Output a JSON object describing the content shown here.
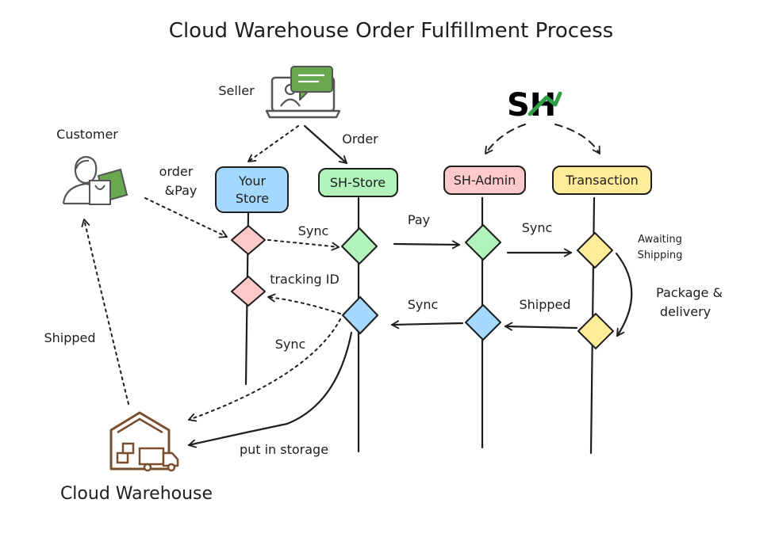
{
  "title": "Cloud Warehouse Order Fulfillment Process",
  "actors": {
    "seller": "Seller",
    "customer": "Customer",
    "cloud_warehouse": "Cloud Warehouse",
    "logo_text": "SH"
  },
  "nodes": {
    "your_store": [
      "Your",
      "Store"
    ],
    "sh_store": "SH-Store",
    "sh_admin": "SH-Admin",
    "transaction": "Transaction"
  },
  "edge_labels": {
    "order_top": "Order",
    "order_pay": [
      "order",
      "&Pay"
    ],
    "sync_1": "Sync",
    "pay": "Pay",
    "sync_2": "Sync",
    "awaiting_shipping": [
      "Awaiting",
      "Shipping"
    ],
    "tracking_id": "tracking ID",
    "sync_3": "Sync",
    "shipped_1": "Shipped",
    "package_delivery": [
      "Package &",
      "delivery"
    ],
    "sync_4": "Sync",
    "shipped_2": "Shipped",
    "put_in_storage": "put in storage"
  },
  "colors": {
    "your_store": "#a5d8ff",
    "sh_store": "#b2f2bb",
    "sh_admin": "#ffc9c9",
    "transaction": "#ffec99",
    "pink_diamond": "#ffc9c9",
    "green_diamond": "#b2f2bb",
    "blue_diamond": "#a5d8ff",
    "yellow_diamond": "#ffec99",
    "logo_green": "#2f9e44",
    "warehouse_brown": "#7a4f2e",
    "chat_green": "#6aa84f"
  },
  "icons": [
    "seller-laptop-chat-icon",
    "customer-shopping-icon",
    "warehouse-truck-icon",
    "sh-logo-icon"
  ]
}
